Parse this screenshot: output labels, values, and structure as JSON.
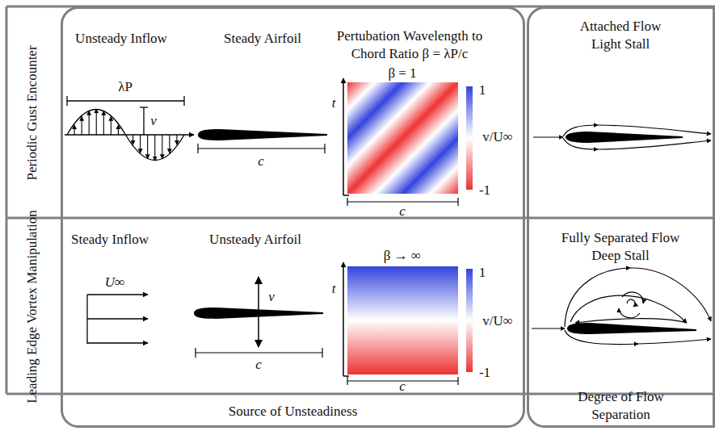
{
  "diagram": {
    "nodes": [
      {
        "text": [
          "Source of Unsteadiness"
        ]
      },
      {
        "text": [
          "Degree of Flow Separation"
        ]
      }
    ],
    "labels": [
      "Periodic Gust Encounter",
      "Leading Edge Vortex Manipulation",
      "Unsteady Inflow",
      "Steady Airfoil",
      "Pertubation Wavelength to Chord Ratio β = λP/c",
      "Attached Flow Light Stall",
      "λP",
      "v",
      "c",
      "β = 1",
      "t",
      "c",
      "1",
      "v/U∞",
      "-1",
      "Steady Inflow",
      "Unsteady Airfoil",
      "Fully Separated Flow Deep Stall",
      "U∞",
      "v",
      "c",
      "β → ∞",
      "t",
      "c",
      "1",
      "v/U∞",
      "-1"
    ]
  }
}
